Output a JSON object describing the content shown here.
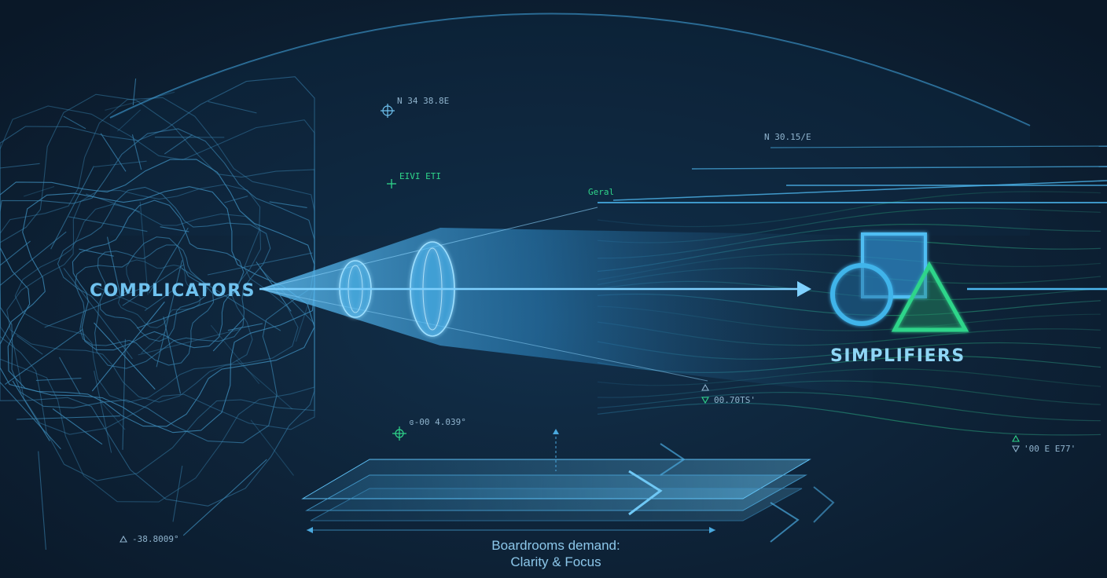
{
  "labels": {
    "left_title": "COMPLICATORS",
    "right_title": "SIMPLIFIERS",
    "caption_line1": "Boardrooms demand:",
    "caption_line2": "Clarity & Focus",
    "coord_top_left": "N 34 38.8E",
    "coord_top_left_green": "EIVI ETI",
    "coord_top_right": "N 30.15/E",
    "coord_mid_label": "Geral",
    "coord_mid_left": "ɞ-00 4.039°",
    "coord_bottom_left": "-38.8009°",
    "coord_right_mid": "00.70TS'",
    "coord_right_low": "'00 E E77'"
  },
  "colors": {
    "background": "#0b1a2c",
    "accent_blue": "#4fb4ec",
    "accent_green": "#2fd58a",
    "text_label": "#6fc2ef",
    "text_caption": "#8cc7ea",
    "coord_text": "#8fb3cd"
  },
  "icons": {
    "crosshair": "crosshair-icon",
    "triangle": "triangle-marker-icon",
    "plus": "plus-marker-icon"
  }
}
